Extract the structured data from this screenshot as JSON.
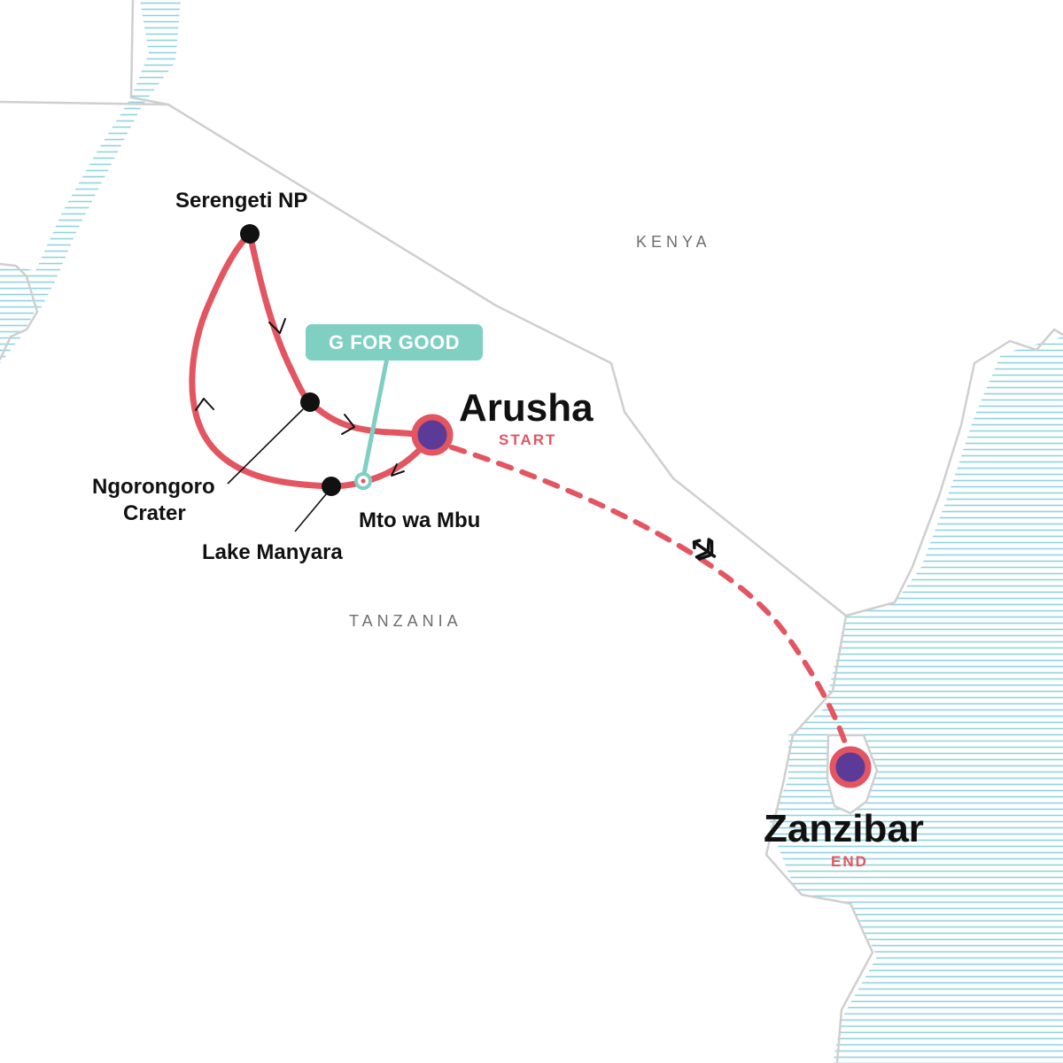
{
  "colors": {
    "route": "#e35560",
    "city_fill": "#5b3a98",
    "stop_dot": "#111111",
    "border": "#cfcfcf",
    "water": "#8fd3de",
    "badge": "#7fcfc2",
    "text": "#111111",
    "country_text": "#6e6e6e"
  },
  "countries": {
    "kenya": "KENYA",
    "tanzania": "TANZANIA"
  },
  "cities": {
    "arusha": {
      "name": "Arusha",
      "role": "START"
    },
    "zanzibar": {
      "name": "Zanzibar",
      "role": "END"
    }
  },
  "stops": {
    "serengeti": "Serengeti NP",
    "ngorongoro_line1": "Ngorongoro",
    "ngorongoro_line2": "Crater",
    "lake_manyara": "Lake Manyara",
    "mto_wa_mbu": "Mto wa Mbu"
  },
  "badge": {
    "label": "G FOR GOOD"
  },
  "icons": {
    "flight": "airplane-icon",
    "badge_logo": "infinity-icon"
  }
}
